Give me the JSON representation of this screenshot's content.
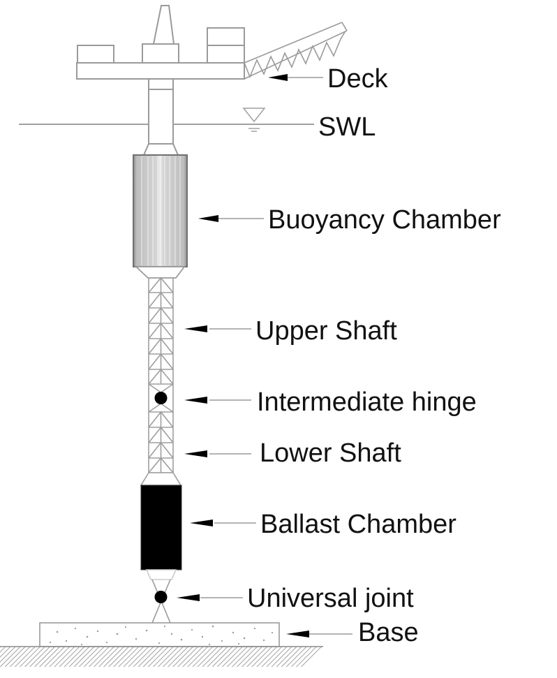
{
  "diagram": {
    "type": "structural-schematic",
    "subject": "Articulated offshore tower (double hinged)",
    "colors": {
      "line": "#9a9a9a",
      "dark_line": "#555555",
      "text": "#111111",
      "ballast_fill": "#000000",
      "hinge_fill": "#000000",
      "background": "#ffffff"
    },
    "labels": [
      {
        "id": "deck",
        "text": "Deck"
      },
      {
        "id": "swl",
        "text": "SWL"
      },
      {
        "id": "buoyancy_chamber",
        "text": "Buoyancy Chamber"
      },
      {
        "id": "upper_shaft",
        "text": "Upper Shaft"
      },
      {
        "id": "intermediate_hinge",
        "text": "Intermediate hinge"
      },
      {
        "id": "lower_shaft",
        "text": "Lower Shaft"
      },
      {
        "id": "ballast_chamber",
        "text": "Ballast Chamber"
      },
      {
        "id": "universal_joint",
        "text": "Universal joint"
      },
      {
        "id": "base",
        "text": "Base"
      }
    ],
    "components": [
      "deck",
      "crane-boom",
      "still-water-level",
      "buoyancy-chamber",
      "upper-shaft-truss",
      "intermediate-hinge",
      "lower-shaft-truss",
      "ballast-chamber",
      "universal-joint",
      "concrete-base",
      "seabed"
    ]
  }
}
